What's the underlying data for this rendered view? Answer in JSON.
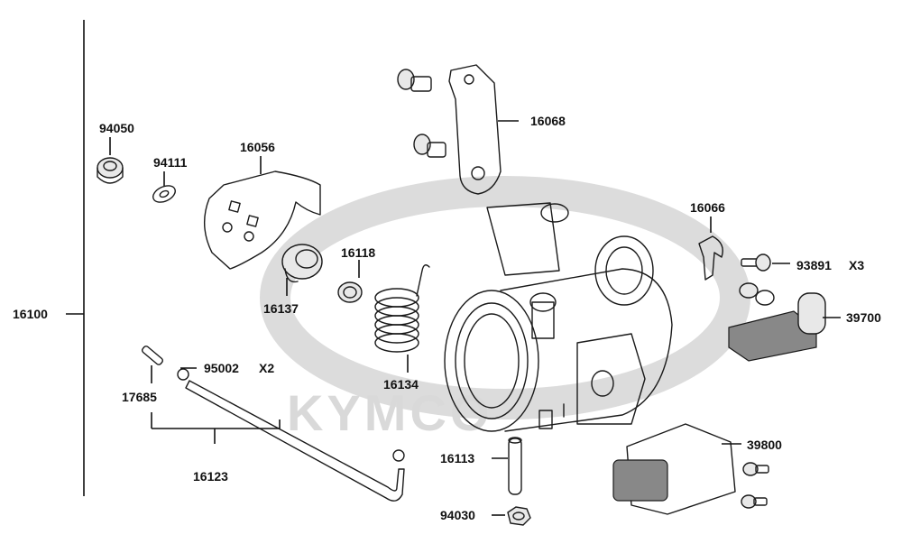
{
  "watermark": {
    "text": "KYMCO"
  },
  "labels": {
    "p16100": "16100",
    "p94050": "94050",
    "p94111": "94111",
    "p16056": "16056",
    "p16068": "16068",
    "p16066": "16066",
    "p93891": "93891",
    "p93891_qty": "X3",
    "p39700": "39700",
    "p16118": "16118",
    "p16137": "16137",
    "p16134": "16134",
    "p95002": "95002",
    "p95002_qty": "X2",
    "p17685": "17685",
    "p16123": "16123",
    "p16113": "16113",
    "p94030": "94030",
    "p39800": "39800"
  }
}
